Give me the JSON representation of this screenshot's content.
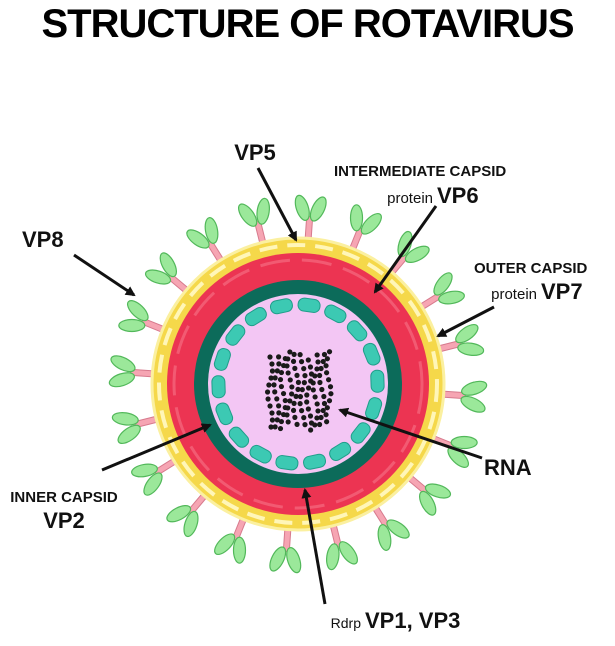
{
  "title": "STRUCTURE OF ROTAVIRUS",
  "labels": {
    "vp5": "VP5",
    "vp8": "VP8",
    "intermediate_capsid": "INTERMEDIATE CAPSID",
    "intermediate_protein_prefix": "protein",
    "intermediate_protein": "VP6",
    "outer_capsid": "OUTER CAPSID",
    "outer_protein_prefix": "protein",
    "outer_protein": "VP7",
    "rna": "RNA",
    "inner_capsid": "INNER CAPSID",
    "inner_protein": "VP2",
    "rdrp_prefix": "Rdrp",
    "rdrp_proteins": "VP1, VP3"
  },
  "colors": {
    "spike_green": "#9be89a",
    "spike_pink": "#f6a5b3",
    "outer_yellow": "#f7e25c",
    "intermediate_red": "#ee3a55",
    "inner_green": "#0c6b5a",
    "rdrp_teal": "#3cc9b3",
    "core_pink": "#f3c6f4",
    "rna": "#1a1a1a"
  }
}
